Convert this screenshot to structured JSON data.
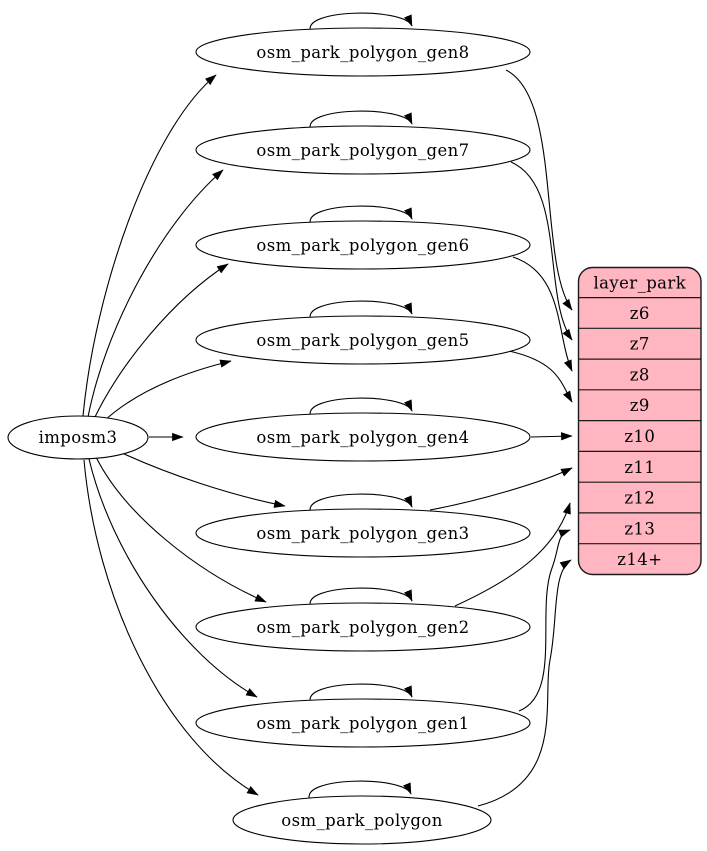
{
  "graph": {
    "source": {
      "label": "imposm3"
    },
    "tables": [
      {
        "label": "osm_park_polygon_gen8",
        "self_loop": true,
        "feeds_row": "z6"
      },
      {
        "label": "osm_park_polygon_gen7",
        "self_loop": true,
        "feeds_row": "z7"
      },
      {
        "label": "osm_park_polygon_gen6",
        "self_loop": true,
        "feeds_row": "z8"
      },
      {
        "label": "osm_park_polygon_gen5",
        "self_loop": true,
        "feeds_row": "z9"
      },
      {
        "label": "osm_park_polygon_gen4",
        "self_loop": true,
        "feeds_row": "z10"
      },
      {
        "label": "osm_park_polygon_gen3",
        "self_loop": true,
        "feeds_row": "z11"
      },
      {
        "label": "osm_park_polygon_gen2",
        "self_loop": true,
        "feeds_row": "z12"
      },
      {
        "label": "osm_park_polygon_gen1",
        "self_loop": true,
        "feeds_row": "z13"
      },
      {
        "label": "osm_park_polygon",
        "self_loop": true,
        "feeds_row": "z14+"
      }
    ],
    "edges_from_source": [
      "osm_park_polygon_gen8",
      "osm_park_polygon_gen7",
      "osm_park_polygon_gen6",
      "osm_park_polygon_gen5",
      "osm_park_polygon_gen4",
      "osm_park_polygon_gen3",
      "osm_park_polygon_gen2",
      "osm_park_polygon_gen1",
      "osm_park_polygon"
    ],
    "layer": {
      "title": "layer_park",
      "rows": [
        {
          "label": "z6"
        },
        {
          "label": "z7"
        },
        {
          "label": "z8"
        },
        {
          "label": "z9"
        },
        {
          "label": "z10"
        },
        {
          "label": "z11"
        },
        {
          "label": "z12"
        },
        {
          "label": "z13"
        },
        {
          "label": "z14+"
        }
      ]
    },
    "colors": {
      "layer_fill": "#ffb6c1",
      "node_fill": "#ffffff",
      "stroke": "#000000"
    }
  }
}
